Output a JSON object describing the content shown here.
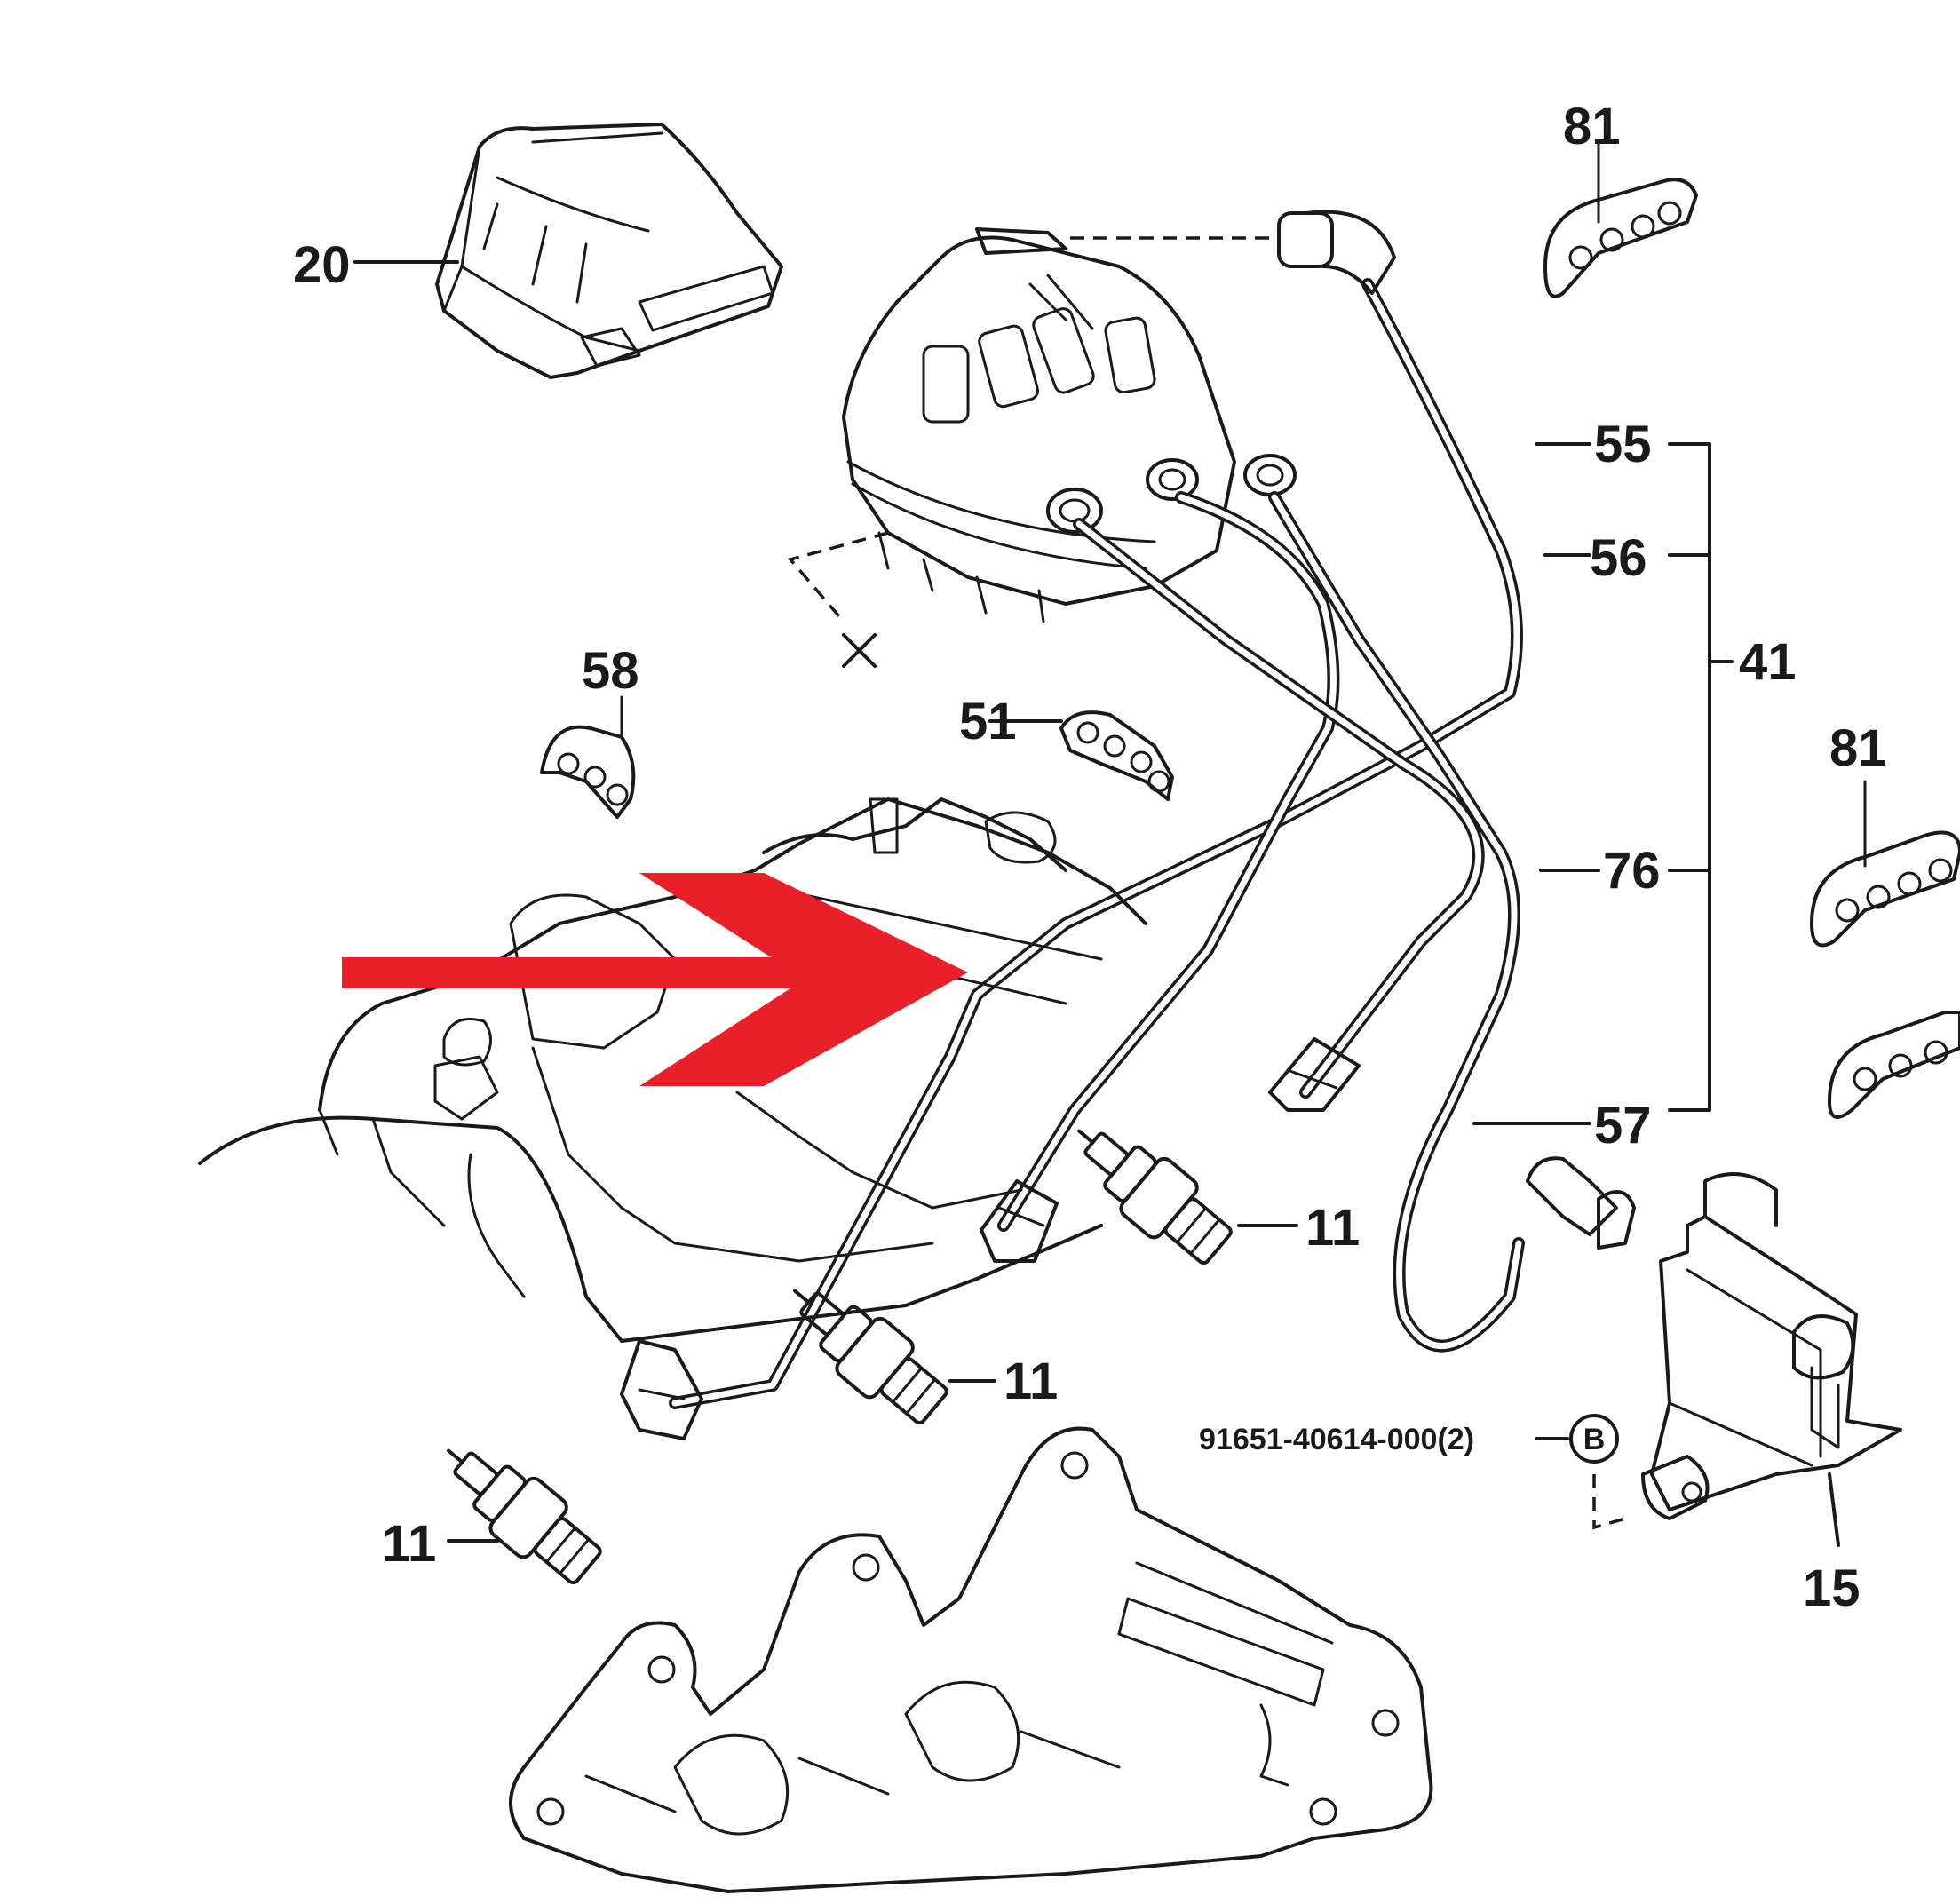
{
  "diagram": {
    "callouts": {
      "distributor_cap": "20",
      "clamp_top_right": "81",
      "clamp_right": "81",
      "wire_55": "55",
      "wire_56": "56",
      "wire_set": "41",
      "wire_76": "76",
      "wire_57": "57",
      "clamp_58": "58",
      "clamp_51": "51",
      "spark_plug_a": "11",
      "spark_plug_b": "11",
      "spark_plug_c": "11",
      "bolt_part_number": "91651-40614-000(2)",
      "ignition_coil": "15"
    },
    "colors": {
      "line_art": "#1a1a1a",
      "arrow": "#e8202a",
      "background": "#ffffff"
    },
    "icons": {
      "arrow": "arrow-right-icon",
      "bolt_symbol": "circled-b-icon"
    }
  }
}
